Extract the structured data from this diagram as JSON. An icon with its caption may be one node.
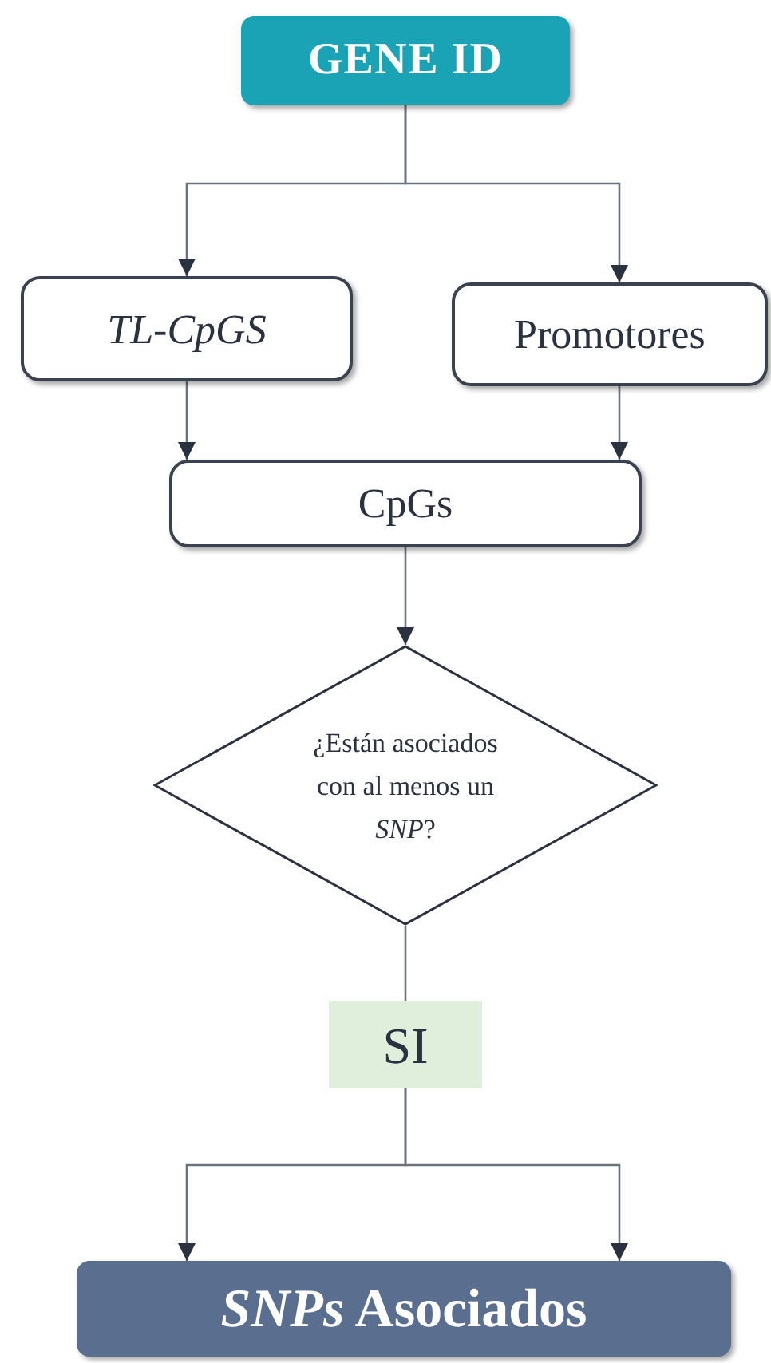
{
  "diagram": {
    "nodes": [
      {
        "text": [
          "GENE ID"
        ]
      },
      {
        "text": [
          "TL-CpGS"
        ]
      },
      {
        "text": [
          "Promotores"
        ]
      },
      {
        "text": [
          "CpGs"
        ]
      },
      {
        "text": [
          "¿Están asociados con al menos un *SNP*?"
        ]
      },
      {
        "text": [
          "SI"
        ]
      },
      {
        "text": [
          "*SNPs* Asociados"
        ]
      }
    ],
    "edges": [
      {
        "from": 0,
        "to": 1,
        "arrow": "to"
      },
      {
        "from": 0,
        "to": 2,
        "arrow": "to"
      },
      {
        "from": 1,
        "to": 3,
        "arrow": "to"
      },
      {
        "from": 2,
        "to": 3,
        "arrow": "to"
      },
      {
        "from": 3,
        "to": 4,
        "arrow": "to"
      },
      {
        "from": 4,
        "to": 5,
        "arrow": "none"
      },
      {
        "from": 5,
        "to": 6,
        "arrow": "to"
      },
      {
        "from": 5,
        "to": 6,
        "arrow": "to"
      }
    ]
  }
}
